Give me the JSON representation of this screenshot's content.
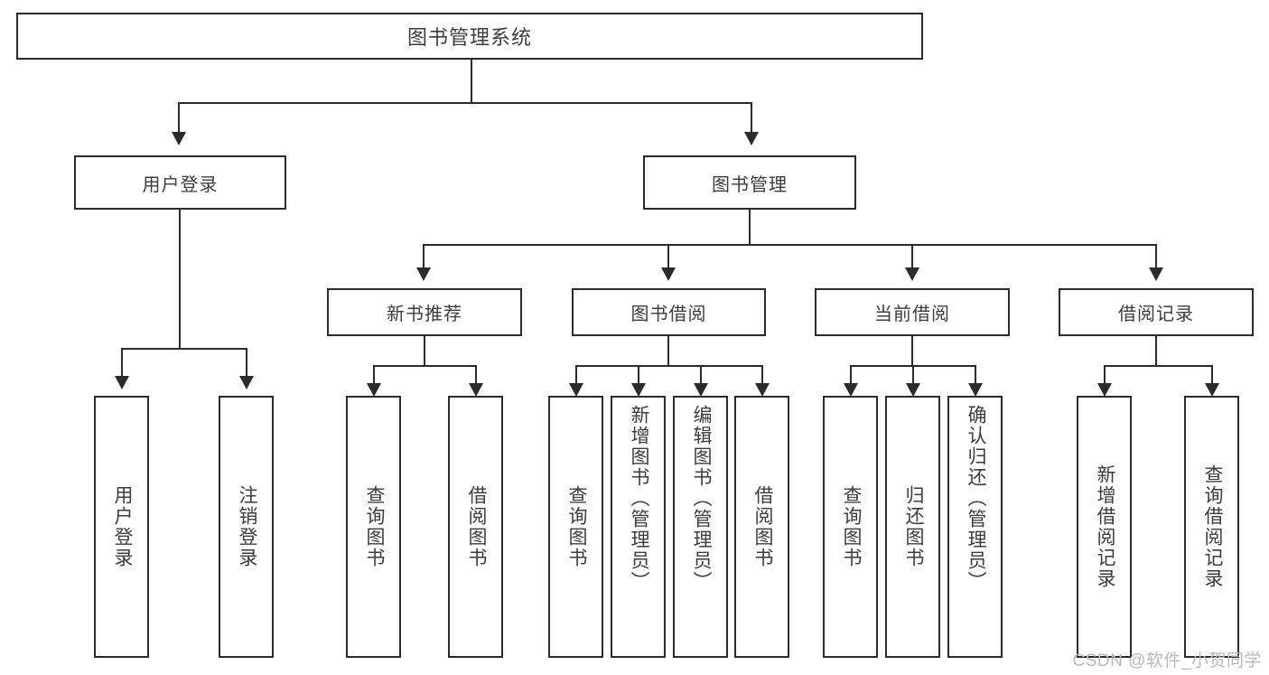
{
  "diagram": {
    "title": "图书管理系统",
    "type": "tree-hierarchy",
    "root": {
      "label": "图书管理系统"
    },
    "level1": [
      {
        "label": "用户登录"
      },
      {
        "label": "图书管理"
      }
    ],
    "level2": [
      {
        "label": "新书推荐"
      },
      {
        "label": "图书借阅"
      },
      {
        "label": "当前借阅"
      },
      {
        "label": "借阅记录"
      }
    ],
    "leaves": {
      "user_login": [
        {
          "label": "用户登录"
        },
        {
          "label": "注销登录"
        }
      ],
      "new_book_recommend": [
        {
          "label": "查询图书"
        },
        {
          "label": "借阅图书"
        }
      ],
      "book_borrow": [
        {
          "label": "查询图书"
        },
        {
          "label": "新增图书（管理员）"
        },
        {
          "label": "编辑图书（管理员）"
        },
        {
          "label": "借阅图书"
        }
      ],
      "current_borrow": [
        {
          "label": "查询图书"
        },
        {
          "label": "归还图书"
        },
        {
          "label": "确认归还（管理员）"
        }
      ],
      "borrow_record": [
        {
          "label": "新增借阅记录"
        },
        {
          "label": "查询借阅记录"
        }
      ]
    }
  },
  "watermark": {
    "text": "CSDN @软件_小贺同学"
  },
  "colors": {
    "stroke": "#2b2b2b",
    "text": "#3c3c3c",
    "background": "#ffffff",
    "watermark": "#b9b9b9"
  }
}
